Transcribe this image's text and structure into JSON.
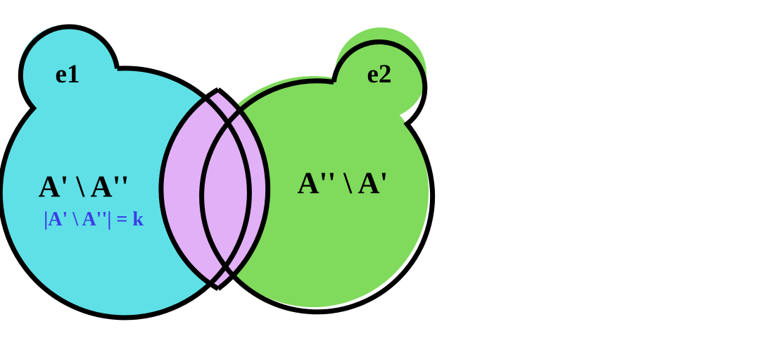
{
  "colors": {
    "set_e1": "#5ee0e6",
    "set_e2": "#80da5c",
    "intersection": "#e2b0f6",
    "outline": "#000000",
    "cardinality_text": "#3c3ce8",
    "label_text": "#000000"
  },
  "sets": [
    {
      "name": "e1",
      "region_label": "A' \\ A''",
      "cardinality_label": "|A' \\ A''| = k"
    },
    {
      "name": "e2",
      "region_label": "A'' \\ A'"
    }
  ]
}
